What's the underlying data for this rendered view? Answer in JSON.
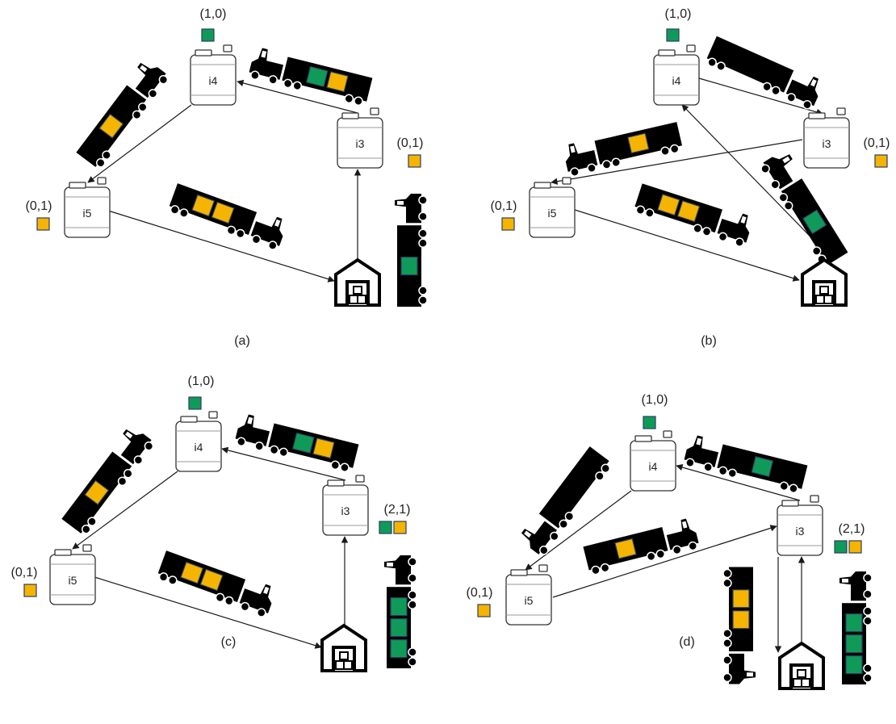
{
  "colors": {
    "green": "#0f9b57",
    "orange": "#f5b400",
    "truck": "#000000",
    "edge": "#1a1a1a"
  },
  "panels": [
    {
      "caption": "(a)",
      "nodes": [
        {
          "id": "i4",
          "label": "i4",
          "demand_label": "(1,0)",
          "items": [
            "green"
          ]
        },
        {
          "id": "i3",
          "label": "i3",
          "demand_label": "(0,1)",
          "items": [
            "orange"
          ]
        },
        {
          "id": "i5",
          "label": "i5",
          "demand_label": "(0,1)",
          "items": [
            "orange"
          ]
        },
        {
          "id": "depot",
          "label": "",
          "demand_label": "",
          "items": []
        }
      ],
      "edges": [
        {
          "from": "i3",
          "to": "i4"
        },
        {
          "from": "i4",
          "to": "i5"
        },
        {
          "from": "i5",
          "to": "depot"
        },
        {
          "from": "depot",
          "to": "i3"
        }
      ],
      "trucks": [
        {
          "cargo": [
            "green",
            "orange"
          ]
        },
        {
          "cargo": [
            "orange"
          ]
        },
        {
          "cargo": [
            "orange",
            "orange"
          ]
        },
        {
          "cargo": [
            "green"
          ]
        }
      ]
    },
    {
      "caption": "(b)",
      "nodes": [
        {
          "id": "i4",
          "label": "i4",
          "demand_label": "(1,0)",
          "items": [
            "green"
          ]
        },
        {
          "id": "i3",
          "label": "i3",
          "demand_label": "(0,1)",
          "items": [
            "orange"
          ]
        },
        {
          "id": "i5",
          "label": "i5",
          "demand_label": "(0,1)",
          "items": [
            "orange"
          ]
        },
        {
          "id": "depot",
          "label": "",
          "demand_label": "",
          "items": []
        }
      ],
      "edges": [
        {
          "from": "i4",
          "to": "i3"
        },
        {
          "from": "i3",
          "to": "i5"
        },
        {
          "from": "i5",
          "to": "depot"
        },
        {
          "from": "depot",
          "to": "i4"
        }
      ],
      "trucks": [
        {
          "cargo": []
        },
        {
          "cargo": [
            "orange"
          ]
        },
        {
          "cargo": [
            "orange",
            "orange"
          ]
        },
        {
          "cargo": [
            "green"
          ]
        }
      ]
    },
    {
      "caption": "(c)",
      "nodes": [
        {
          "id": "i4",
          "label": "i4",
          "demand_label": "(1,0)",
          "items": [
            "green"
          ]
        },
        {
          "id": "i3",
          "label": "i3",
          "demand_label": "(2,1)",
          "items": [
            "green",
            "orange"
          ]
        },
        {
          "id": "i5",
          "label": "i5",
          "demand_label": "(0,1)",
          "items": [
            "orange"
          ]
        },
        {
          "id": "depot",
          "label": "",
          "demand_label": "",
          "items": []
        }
      ],
      "edges": [
        {
          "from": "i3",
          "to": "i4"
        },
        {
          "from": "i4",
          "to": "i5"
        },
        {
          "from": "i5",
          "to": "depot"
        },
        {
          "from": "depot",
          "to": "i3"
        }
      ],
      "trucks": [
        {
          "cargo": [
            "green",
            "orange"
          ]
        },
        {
          "cargo": [
            "orange"
          ]
        },
        {
          "cargo": [
            "orange",
            "orange"
          ]
        },
        {
          "cargo": [
            "green",
            "green",
            "green"
          ]
        }
      ]
    },
    {
      "caption": "(d)",
      "nodes": [
        {
          "id": "i4",
          "label": "i4",
          "demand_label": "(1,0)",
          "items": [
            "green"
          ]
        },
        {
          "id": "i3",
          "label": "i3",
          "demand_label": "(2,1)",
          "items": [
            "green",
            "orange"
          ]
        },
        {
          "id": "i5",
          "label": "i5",
          "demand_label": "(0,1)",
          "items": [
            "orange"
          ]
        },
        {
          "id": "depot",
          "label": "",
          "demand_label": "",
          "items": []
        }
      ],
      "edges": [
        {
          "from": "i3",
          "to": "i4"
        },
        {
          "from": "i4",
          "to": "i5"
        },
        {
          "from": "i5",
          "to": "i3"
        },
        {
          "from": "i3",
          "to": "depot"
        },
        {
          "from": "depot",
          "to": "i3"
        }
      ],
      "trucks": [
        {
          "cargo": [
            "green"
          ]
        },
        {
          "cargo": []
        },
        {
          "cargo": [
            "orange"
          ]
        },
        {
          "cargo": [
            "orange",
            "orange"
          ]
        },
        {
          "cargo": [
            "green",
            "green",
            "green"
          ]
        }
      ]
    }
  ]
}
